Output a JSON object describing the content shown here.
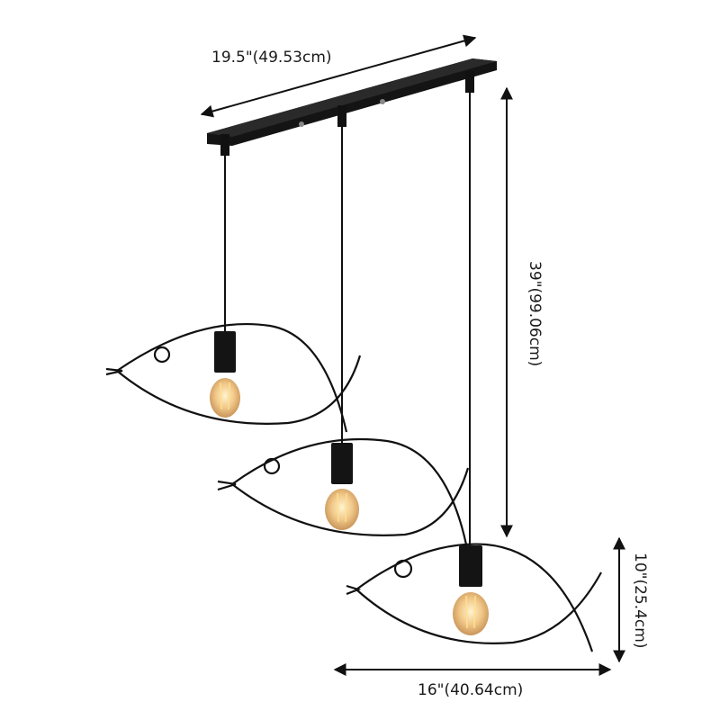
{
  "product": {
    "type": "3-light fish-shaped pendant chandelier",
    "finish": "black iron frame",
    "bulbs": 3
  },
  "dimensions": {
    "canopy_length": "19.5\"(49.53cm)",
    "overall_height": "39\"(99.06cm)",
    "shade_height": "10\"(25.4cm)",
    "shade_width": "16\"(40.64cm)"
  },
  "colors": {
    "background": "#ffffff",
    "frame": "#111111",
    "bulb_glow": "#f3c27a",
    "filament": "#ffdc8a",
    "dimension_line": "#111111"
  }
}
